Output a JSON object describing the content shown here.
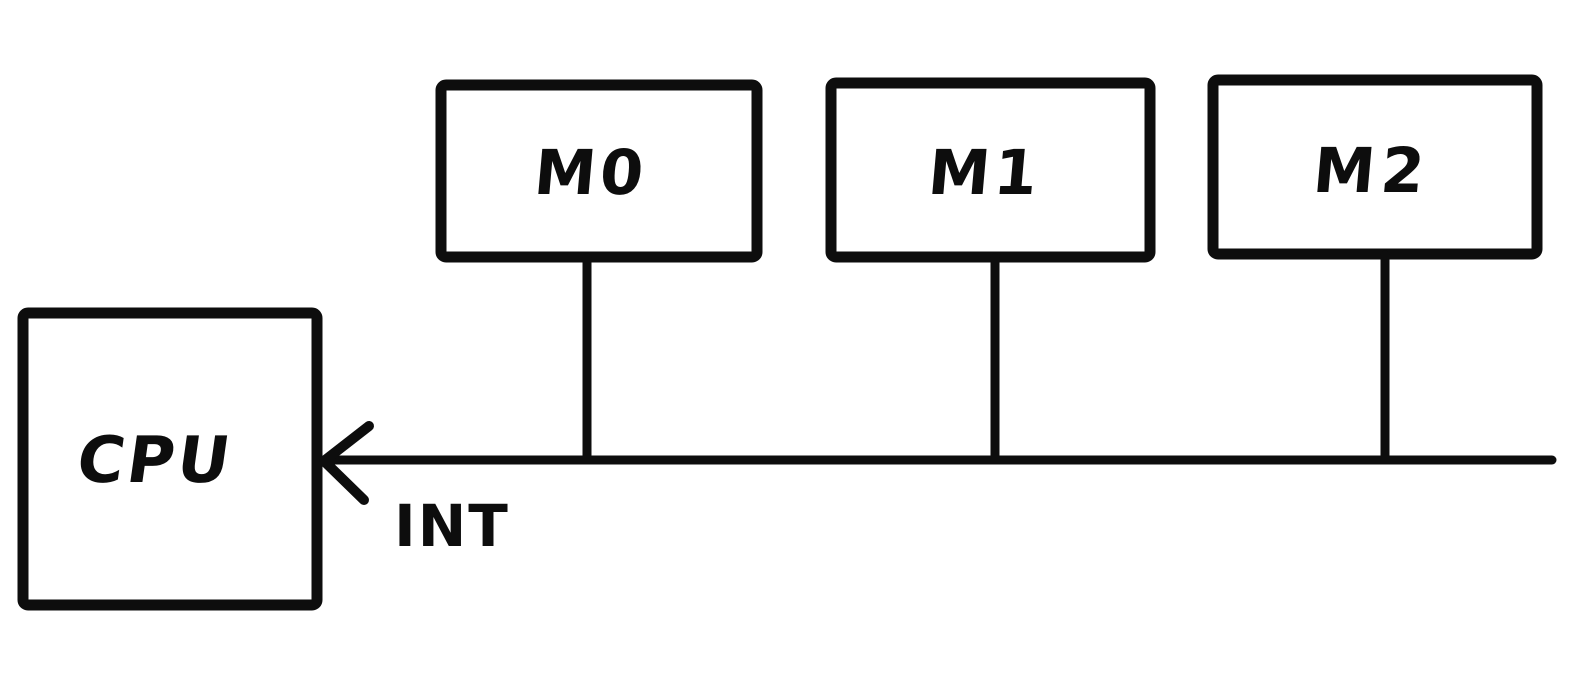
{
  "diagram": {
    "cpu": {
      "label": "CPU"
    },
    "modules": [
      {
        "label": "M0"
      },
      {
        "label": "M1"
      },
      {
        "label": "M2"
      }
    ],
    "bus": {
      "label": "INT"
    },
    "colors": {
      "stroke": "#0d0d0d",
      "background": "#ffffff"
    }
  }
}
